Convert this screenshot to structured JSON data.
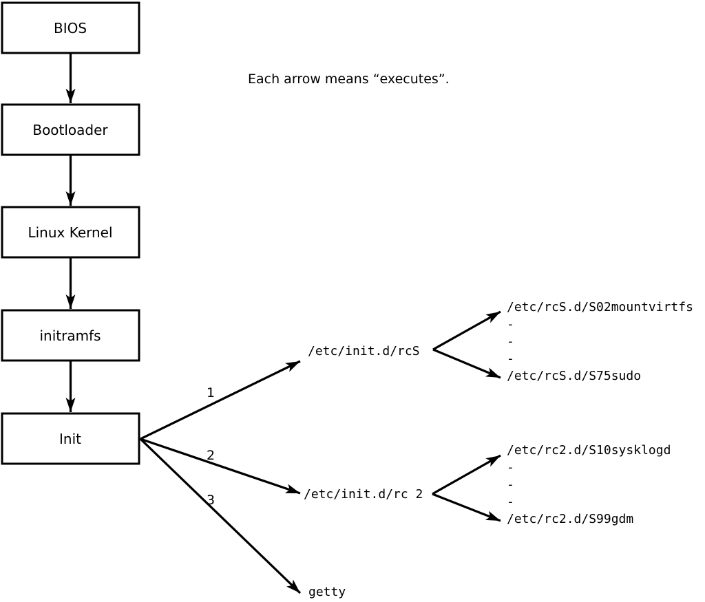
{
  "note": {
    "text": "Each arrow means “executes”."
  },
  "nodes": [
    {
      "id": "bios",
      "label": "BIOS"
    },
    {
      "id": "bootloader",
      "label": "Bootloader"
    },
    {
      "id": "kernel",
      "label": "Linux Kernel"
    },
    {
      "id": "initramfs",
      "label": "initramfs"
    },
    {
      "id": "init",
      "label": "Init"
    }
  ],
  "branches": [
    {
      "number": "1",
      "target": "/etc/init.d/rcS",
      "children": [
        "/etc/rcS.d/S02mountvirtfs",
        "-",
        "-",
        "-",
        "/etc/rcS.d/S75sudo"
      ]
    },
    {
      "number": "2",
      "target": "/etc/init.d/rc 2",
      "children": [
        "/etc/rc2.d/S10sysklogd",
        "-",
        "-",
        "-",
        "/etc/rc2.d/S99gdm"
      ]
    },
    {
      "number": "3",
      "target": "getty",
      "children": []
    }
  ],
  "colors": {
    "stroke": "#000000",
    "background": "#ffffff",
    "box_fill": "#ffffff"
  }
}
